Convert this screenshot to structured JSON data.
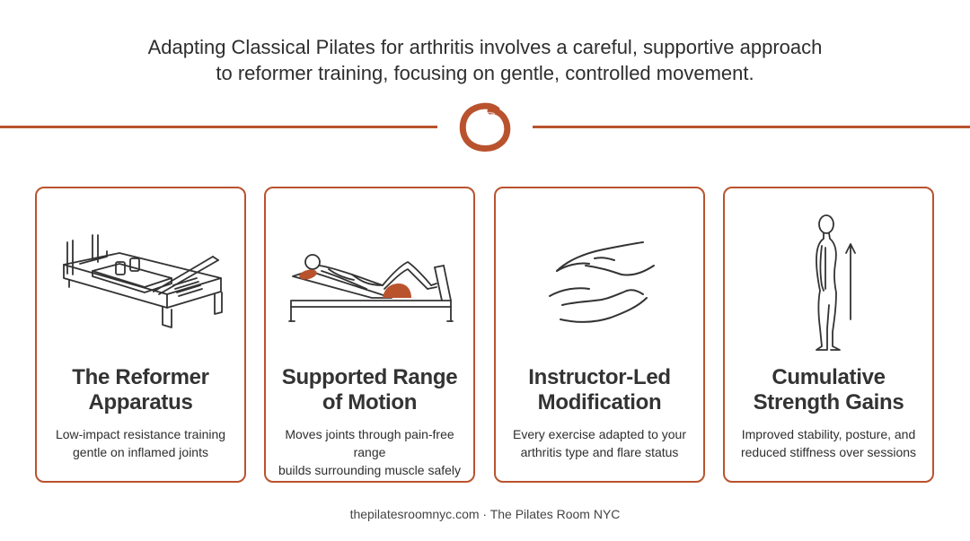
{
  "intro": {
    "line1": "Adapting Classical Pilates for arthritis involves a careful, supportive approach",
    "line2": "to reformer training, focusing on gentle, controlled movement."
  },
  "colors": {
    "accent": "#b9532e",
    "text": "#2e2e2e",
    "background": "#ffffff"
  },
  "logo_icon": "enso-circle-icon",
  "cards": [
    {
      "icon": "reformer-machine-icon",
      "title_line1": "The Reformer",
      "title_line2": "Apparatus",
      "desc_line1": "Low-impact resistance training",
      "desc_line2": "gentle on inflamed joints"
    },
    {
      "icon": "reclined-person-icon",
      "title_line1": "Supported Range",
      "title_line2": "of Motion",
      "desc_line1": "Moves joints through pain-free range",
      "desc_line2": "builds surrounding muscle safely"
    },
    {
      "icon": "supporting-hands-icon",
      "title_line1": "Instructor-Led",
      "title_line2": "Modification",
      "desc_line1": "Every exercise adapted to your",
      "desc_line2": "arthritis type and flare status"
    },
    {
      "icon": "standing-figure-icon",
      "title_line1": "Cumulative",
      "title_line2": "Strength Gains",
      "desc_line1": "Improved stability, posture, and",
      "desc_line2": "reduced stiffness over sessions"
    }
  ],
  "footer": "thepilatesroomnyc.com · The Pilates Room NYC"
}
